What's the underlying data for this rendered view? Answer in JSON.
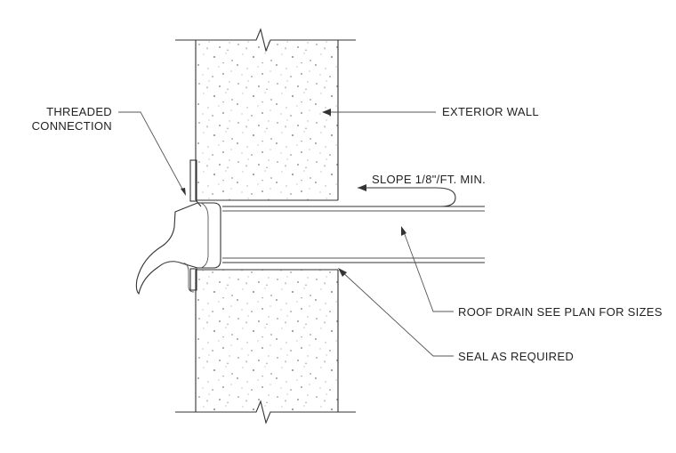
{
  "labels": {
    "threaded_line1": "THREADED",
    "threaded_line2": "CONNECTION",
    "exterior_wall": "EXTERIOR WALL",
    "slope": "SLOPE 1/8\"/FT. MIN.",
    "roof_drain": "ROOF DRAIN SEE PLAN FOR SIZES",
    "seal": "SEAL AS REQUIRED"
  },
  "colors": {
    "line": "#333333",
    "stipple": "#9a9a9a",
    "background": "#ffffff"
  }
}
